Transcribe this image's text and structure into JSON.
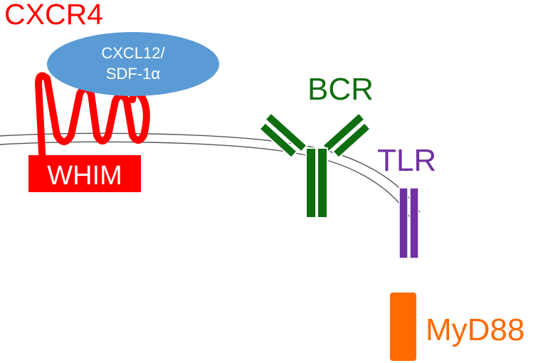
{
  "receptors": {
    "cxcr4": {
      "label": "CXCR4",
      "color": "#ff0000"
    },
    "whim": {
      "label": "WHIM",
      "text_color": "#ffffff",
      "fill": "#ff0000"
    },
    "ligand": {
      "line1": "CXCL12/",
      "line2": "SDF-1α",
      "fill": "#5b9bd5",
      "text_color": "#ffffff"
    },
    "bcr": {
      "label": "BCR",
      "color": "#0f6e0f"
    },
    "tlr": {
      "label": "TLR",
      "color": "#7030a0"
    },
    "myd88": {
      "label": "MyD88",
      "color": "#ff6a00"
    }
  },
  "membrane": {
    "color": "#555555"
  }
}
